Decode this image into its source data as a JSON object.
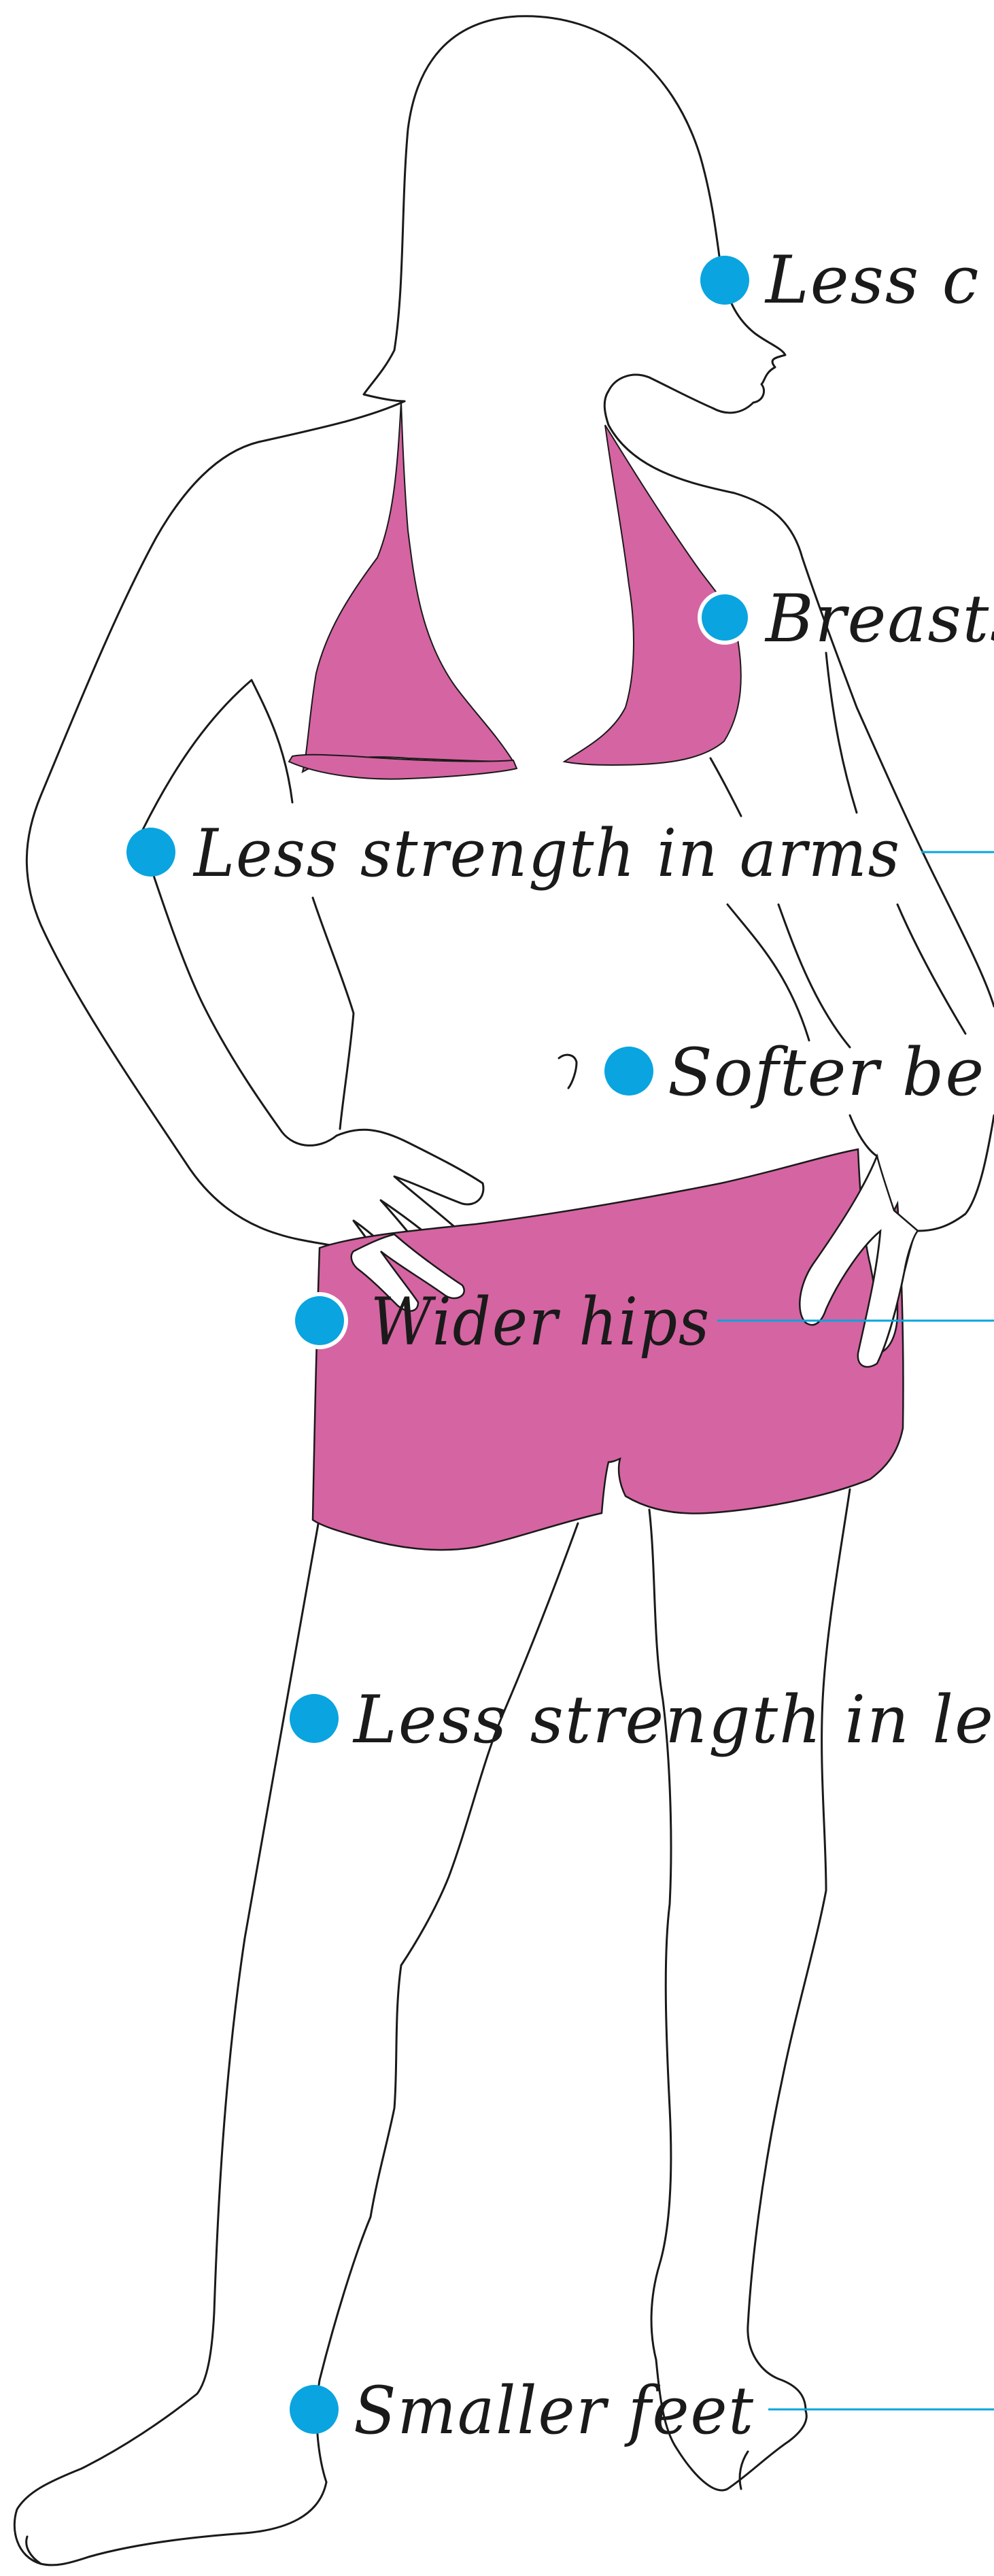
{
  "colors": {
    "outline": "#1a1a1a",
    "garment": "#d564a2",
    "dot": "#0aa4e0",
    "leader_line": "#0aa4e0",
    "label_text": "#1a1a1a",
    "background": "#ffffff"
  },
  "labels": [
    {
      "id": "less-chin",
      "text": "Less c"
    },
    {
      "id": "breasts",
      "text": "Breasts"
    },
    {
      "id": "arms",
      "text": "Less strength in arms"
    },
    {
      "id": "belly",
      "text": "Softer be"
    },
    {
      "id": "hips",
      "text": "Wider hips"
    },
    {
      "id": "legs",
      "text": "Less strength in leg"
    },
    {
      "id": "feet",
      "text": "Smaller feet"
    }
  ]
}
